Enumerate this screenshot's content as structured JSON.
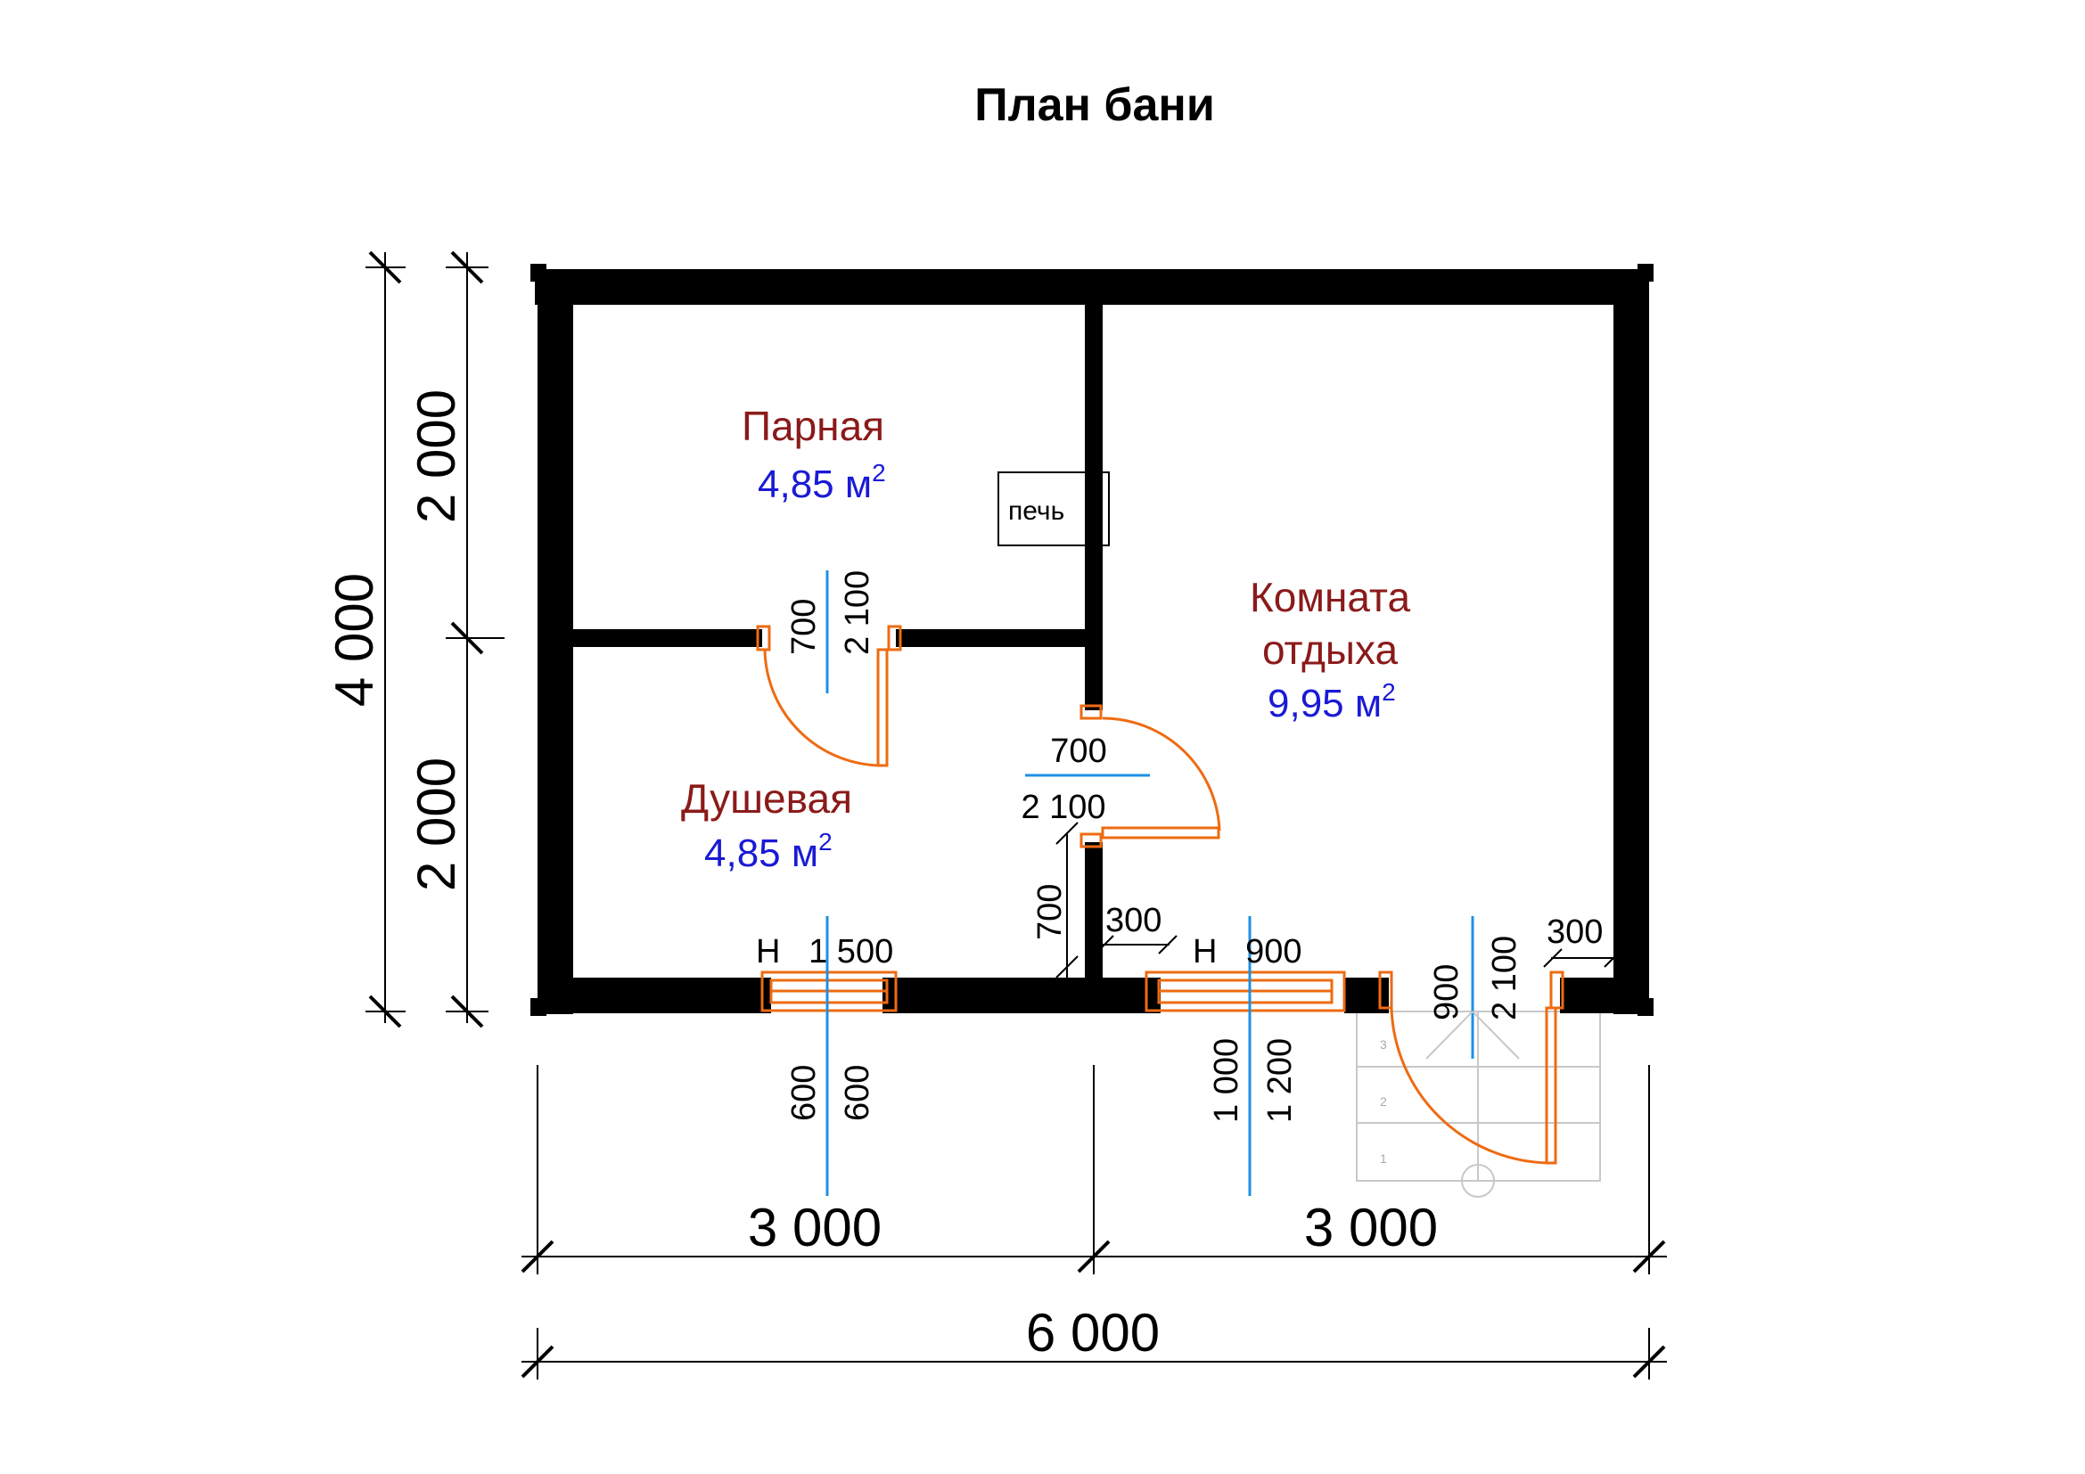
{
  "title": "План бани",
  "rooms": {
    "steam": {
      "name": "Парная",
      "area_value": "4,85 м",
      "area_sup": "2"
    },
    "shower": {
      "name": "Душевая",
      "area_value": "4,85 м",
      "area_sup": "2"
    },
    "rest": {
      "name_line1": "Комната",
      "name_line2": "отдыха",
      "area_value": "9,95 м",
      "area_sup": "2"
    }
  },
  "stove_label": "печь",
  "dimensions": {
    "total_width": "6 000",
    "left_width": "3 000",
    "right_width": "3 000",
    "total_height": "4 000",
    "top_height": "2 000",
    "bottom_height": "2 000"
  },
  "door_steam": {
    "width": "700",
    "height": "2 100"
  },
  "door_rest": {
    "width": "700",
    "height": "2 100",
    "wall_offset": "700",
    "gap": "300"
  },
  "door_entry": {
    "width": "900",
    "height": "2 100",
    "gap": "300"
  },
  "window_shower": {
    "label": "Н   1 500",
    "sill": "600",
    "height": "600"
  },
  "window_rest": {
    "label": "Н   900",
    "sill": "1 000",
    "height": "1 200"
  },
  "stair_steps": [
    "3",
    "2",
    "1"
  ]
}
